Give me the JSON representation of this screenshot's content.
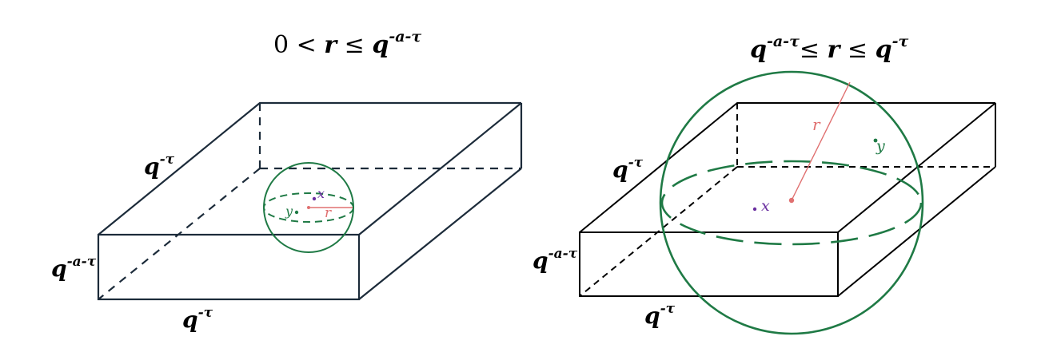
{
  "left_panel": {
    "title": {
      "prefix": "0 < ",
      "r": "r",
      "le": " ≤ ",
      "q": "q",
      "exp": "-a-τ"
    },
    "box_labels": {
      "top_depth": {
        "base": "q",
        "exp": "-τ"
      },
      "height": {
        "base": "q",
        "exp": "-a-τ"
      },
      "bottom_width": {
        "base": "q",
        "exp": "-τ"
      }
    },
    "points": {
      "x": "x",
      "y": "y"
    },
    "radius_label": "r"
  },
  "right_panel": {
    "title": {
      "q1": "q",
      "exp1": "-a-τ",
      "le1": "≤ ",
      "r": "r",
      "le2": " ≤ ",
      "q2": "q",
      "exp2": "-τ"
    },
    "box_labels": {
      "top_depth": {
        "base": "q",
        "exp": "-τ"
      },
      "height": {
        "base": "q",
        "exp": "-a-τ"
      },
      "bottom_width": {
        "base": "q",
        "exp": "-τ"
      }
    },
    "points": {
      "x": "x",
      "y": "y"
    },
    "radius_label": "r"
  },
  "colors": {
    "box_left": "#1c2b3a",
    "box_right": "#000000",
    "sphere": "#1f7a45",
    "radius": "#e07070",
    "point_x": "#6a2fa0",
    "point_y": "#1f7a45"
  }
}
